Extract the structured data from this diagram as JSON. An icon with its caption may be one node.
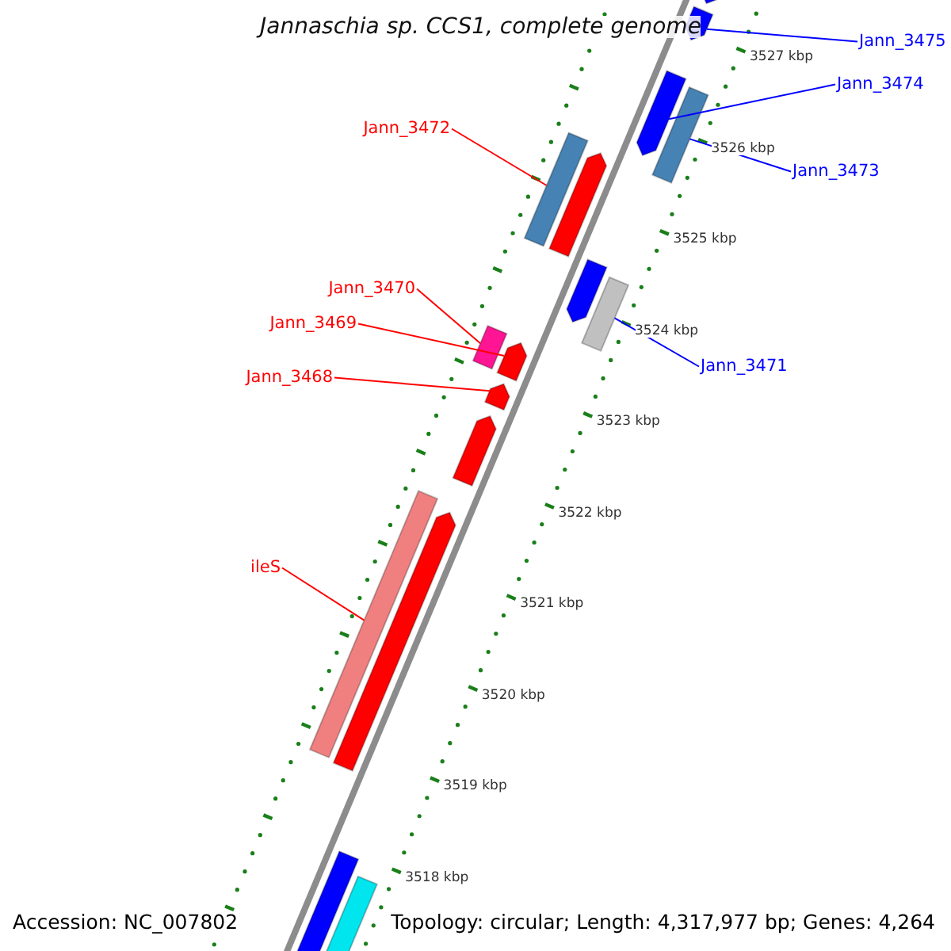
{
  "diagram": {
    "title": "Jannaschia sp. CCS1, complete genome",
    "nodes": [
      {
        "text": [
          "Jann_3475"
        ]
      },
      {
        "text": [],
        "shape": "arrow"
      },
      {
        "text": [
          "Jann_3474"
        ]
      },
      {
        "text": [],
        "shape": "arrow"
      },
      {
        "text": [
          "Jann_3473"
        ]
      },
      {
        "text": [],
        "shape": "bar"
      },
      {
        "text": [
          "Jann_3472"
        ]
      },
      {
        "text": [],
        "shape": "bar"
      },
      {
        "text": [
          "Jann_3470"
        ]
      },
      {
        "text": [],
        "shape": "bar"
      },
      {
        "text": [
          "Jann_3469"
        ]
      },
      {
        "text": [],
        "shape": "arrow"
      },
      {
        "text": [
          "Jann_3471"
        ]
      },
      {
        "text": [],
        "shape": "bar"
      },
      {
        "text": [
          "Jann_3468"
        ]
      },
      {
        "text": [],
        "shape": "arrow"
      },
      {
        "text": [
          "ileS"
        ]
      },
      {
        "text": [],
        "shape": "bar"
      },
      {
        "text": [],
        "shape": "arrow"
      },
      {
        "text": [],
        "shape": "arrow"
      },
      {
        "text": [],
        "shape": "arrow"
      },
      {
        "text": [],
        "shape": "arrow"
      },
      {
        "text": [],
        "shape": "arrow"
      },
      {
        "text": [],
        "shape": "bar"
      },
      {
        "text": [],
        "shape": "bar"
      }
    ],
    "edges": [
      {
        "from": 0,
        "to": 1,
        "arrow": "none",
        "color": "#0000ff"
      },
      {
        "from": 2,
        "to": 3,
        "arrow": "none",
        "color": "#0000ff"
      },
      {
        "from": 4,
        "to": 5,
        "arrow": "none",
        "color": "#0000ff"
      },
      {
        "from": 6,
        "to": 7,
        "arrow": "none"
      },
      {
        "from": 8,
        "to": 9,
        "arrow": "none"
      },
      {
        "from": 10,
        "to": 11,
        "arrow": "none"
      },
      {
        "from": 12,
        "to": 13,
        "arrow": "none",
        "color": "#0000ff"
      },
      {
        "from": 14,
        "to": 15,
        "arrow": "none"
      },
      {
        "from": 16,
        "to": 17,
        "arrow": "none"
      }
    ],
    "labels": [
      "3527 kbp",
      "3526 kbp",
      "3525 kbp",
      "3524 kbp",
      "3523 kbp",
      "3522 kbp",
      "3521 kbp",
      "3520 kbp",
      "3519 kbp",
      "3518 kbp",
      "Accession: NC_007802",
      "Topology: circular; Length: 4,317,977 bp; Genes: 4,264"
    ]
  }
}
